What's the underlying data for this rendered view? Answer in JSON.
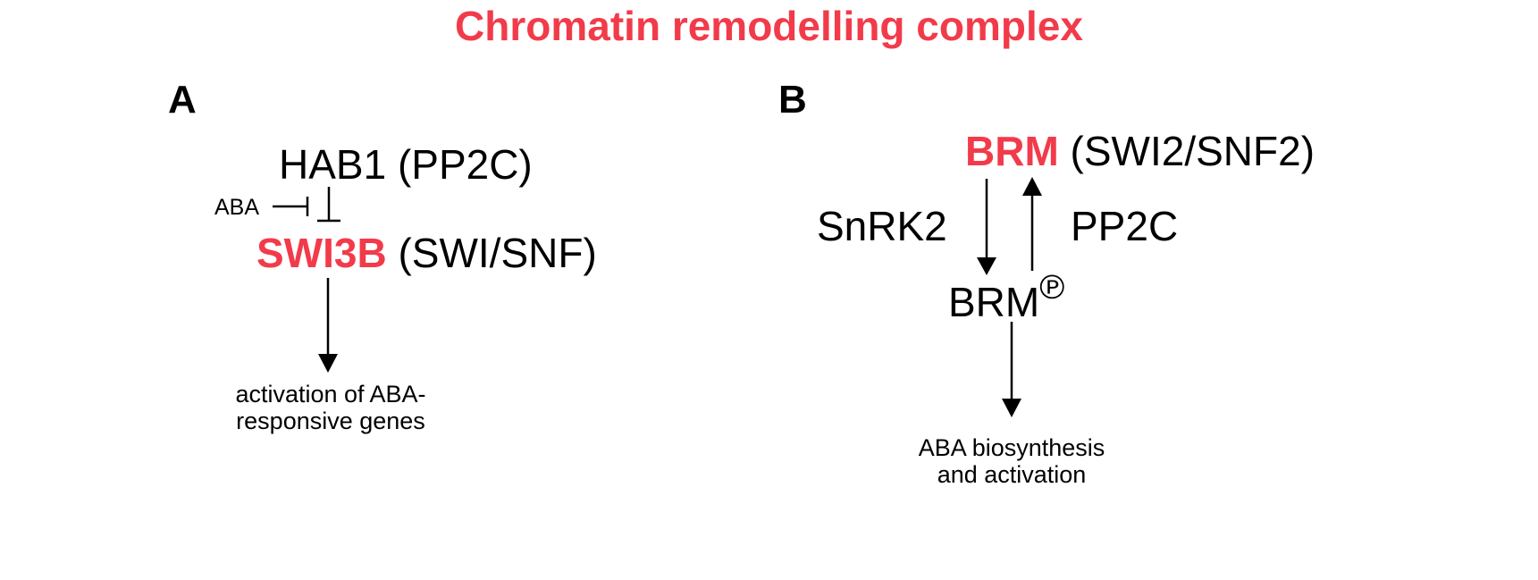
{
  "title": "Chromatin remodelling complex",
  "colors": {
    "accent": "#f23b4a",
    "text": "#000000",
    "background": "#ffffff"
  },
  "panel_a": {
    "label": "A",
    "top_node": "HAB1 (PP2C)",
    "inhibitor": "ABA",
    "target_name": "SWI3B",
    "target_family": "(SWI/SNF)",
    "outcome_line1": "activation of ABA-",
    "outcome_line2": "responsive genes"
  },
  "panel_b": {
    "label": "B",
    "top_name": "BRM",
    "top_family": "(SWI2/SNF2)",
    "kinase": "SnRK2",
    "phosphatase": "PP2C",
    "phospho_node": "BRM",
    "phospho_mark": "℗",
    "outcome_line1": "ABA biosynthesis",
    "outcome_line2": "and activation"
  }
}
